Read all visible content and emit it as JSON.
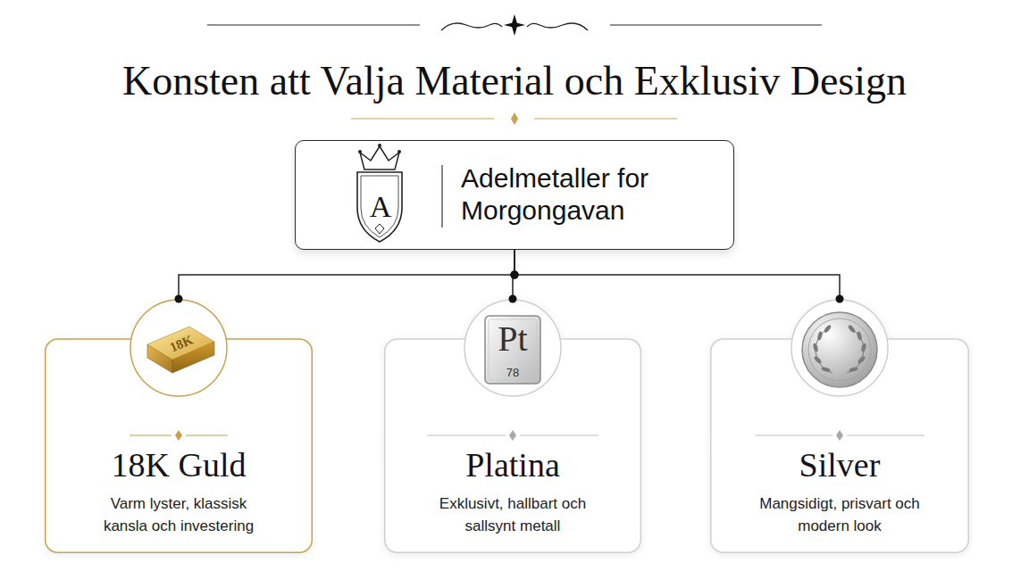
{
  "diagram": {
    "title": "Konsten att Valja Material och Exklusiv Design",
    "nodes": [
      {
        "text": [
          "A",
          "Adelmetaller for Morgongavan"
        ]
      },
      {
        "text": [
          "18K",
          "18K Guld",
          "Varm lyster, klassisk kansla och investering"
        ],
        "in": null
      },
      {
        "text": [
          "Pt",
          "78",
          "Platina",
          "Exklusivt, hallbart och sallsynt metall"
        ]
      },
      {
        "text": [
          "Silver",
          "Mangsidigt, prisvart och modern look"
        ]
      }
    ],
    "edges": [
      {
        "from": 0,
        "to": 1,
        "arrow": "none"
      },
      {
        "from": 0,
        "to": 2,
        "arrow": "none"
      },
      {
        "from": 0,
        "to": 3,
        "arrow": "none"
      }
    ]
  }
}
